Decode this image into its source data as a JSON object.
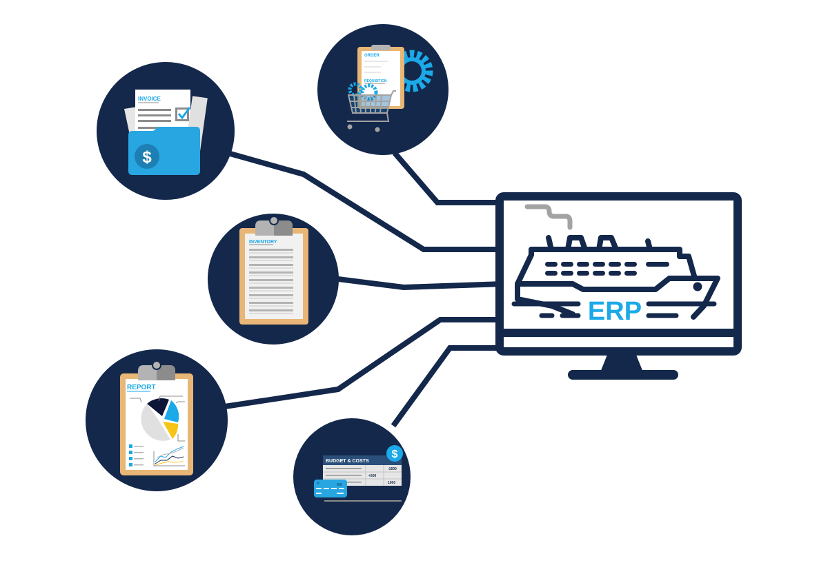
{
  "diagram": {
    "title": "ERP",
    "colors": {
      "navy": "#14284b",
      "blue": "#1ba9e8",
      "folder_blue": "#27a6e1",
      "tan": "#e8b676",
      "gray_light": "#e6e6e6",
      "gray_mid": "#b3b3b3",
      "gray_dark": "#8c8c8c",
      "yellow": "#f7c518",
      "pie_navy": "#0d1638"
    },
    "center": {
      "label": "ERP",
      "icon": "cruise-ship-icon",
      "frame": "desktop-monitor-icon"
    },
    "nodes": [
      {
        "id": "invoice",
        "label": "INVOICE",
        "icon": "invoice-folder-icon"
      },
      {
        "id": "order",
        "label": "ORDER",
        "sub_label": "REQUISITION",
        "icon": "shopping-cart-gear-icon"
      },
      {
        "id": "inventory",
        "label": "INVENTORY",
        "icon": "clipboard-icon"
      },
      {
        "id": "report",
        "label": "REPORT",
        "icon": "pie-chart-report-icon"
      },
      {
        "id": "budget",
        "label": "BUDGET & COSTS",
        "icon": "credit-card-table-icon",
        "rows": [
          {
            "col2": "",
            "col3": "-1500"
          },
          {
            "col2": "+500",
            "col3": ""
          },
          {
            "col2": "",
            "col3": "1000"
          }
        ]
      }
    ]
  }
}
